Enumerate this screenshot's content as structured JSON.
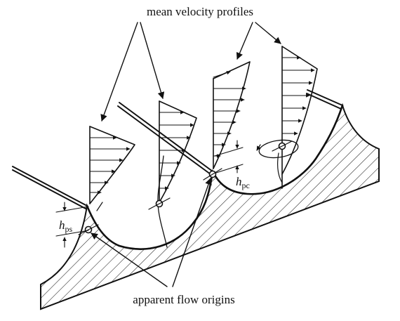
{
  "labels": {
    "top": "mean velocity profiles",
    "bottom": "apparent flow origins",
    "hps_main": "h",
    "hps_sub": "ps",
    "hpc_main": "h",
    "hpc_sub": "pc"
  }
}
